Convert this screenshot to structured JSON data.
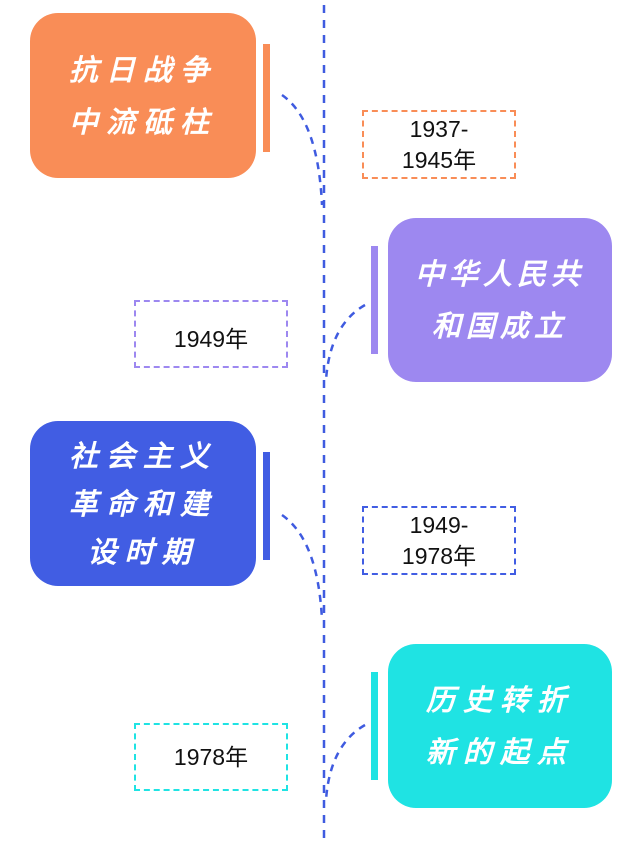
{
  "timeline": {
    "line_color": "#3f5be0",
    "events": [
      {
        "title_lines": [
          "抗日战争",
          "中流砥柱"
        ],
        "date_lines": [
          "1937-",
          "1945年"
        ],
        "color": "#f98d57",
        "side": "left"
      },
      {
        "title_lines": [
          "中华人民共",
          "和国成立"
        ],
        "date_lines": [
          "1949年"
        ],
        "color": "#9d88f0",
        "side": "right"
      },
      {
        "title_lines": [
          "社会主义",
          "革命和建",
          "设时期"
        ],
        "date_lines": [
          "1949-",
          "1978年"
        ],
        "color": "#415de3",
        "side": "left"
      },
      {
        "title_lines": [
          "历史转折",
          "新的起点"
        ],
        "date_lines": [
          "1978年"
        ],
        "color": "#1fe3e3",
        "side": "right"
      }
    ]
  }
}
